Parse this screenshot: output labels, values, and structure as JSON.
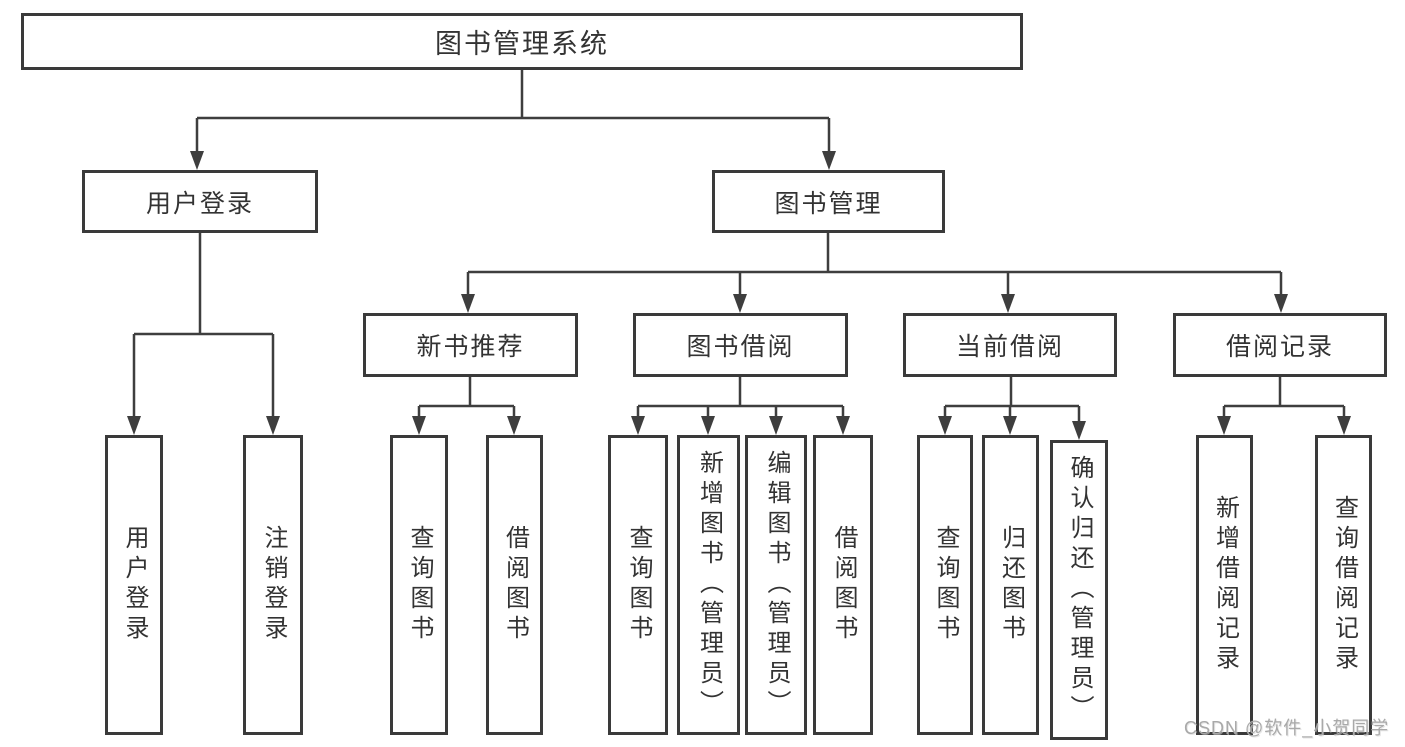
{
  "tree": {
    "root": {
      "label": "图书管理系统"
    },
    "branches": [
      {
        "label": "用户登录",
        "children": [
          {
            "label": "用户登录"
          },
          {
            "label": "注销登录"
          }
        ]
      },
      {
        "label": "图书管理",
        "children": [
          {
            "label": "新书推荐",
            "children": [
              {
                "label": "查询图书"
              },
              {
                "label": "借阅图书"
              }
            ]
          },
          {
            "label": "图书借阅",
            "children": [
              {
                "label": "查询图书"
              },
              {
                "label": "新增图书（管理员）"
              },
              {
                "label": "编辑图书（管理员）"
              },
              {
                "label": "借阅图书"
              }
            ]
          },
          {
            "label": "当前借阅",
            "children": [
              {
                "label": "查询图书"
              },
              {
                "label": "归还图书"
              },
              {
                "label": "确认归还（管理员）"
              }
            ]
          },
          {
            "label": "借阅记录",
            "children": [
              {
                "label": "新增借阅记录"
              },
              {
                "label": "查询借阅记录"
              }
            ]
          }
        ]
      }
    ]
  },
  "watermark": {
    "text": "CSDN @软件_小贺同学"
  },
  "colors": {
    "line": "#3e3e3e",
    "box_border": "#3a3a3a",
    "text": "#333333",
    "watermark": "#a9a9a9",
    "background": "#ffffff"
  }
}
